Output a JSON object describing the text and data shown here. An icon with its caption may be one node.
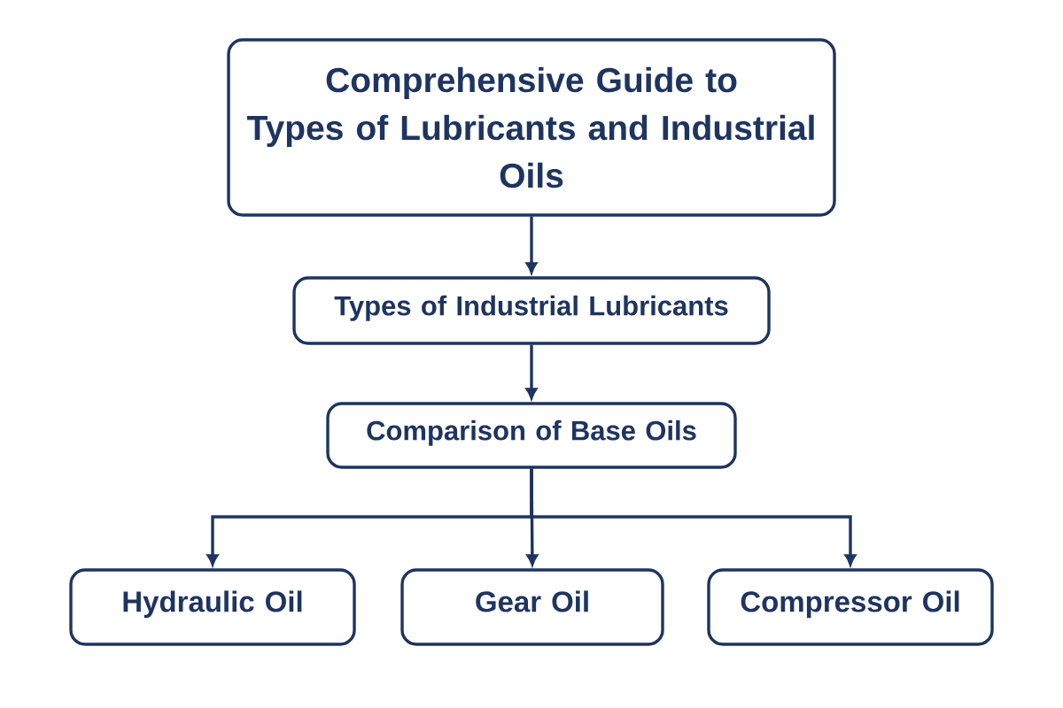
{
  "diagram": {
    "nodes": [
      {
        "text": [
          "Comprehensive Guide to Types of Lubricants and Industrial Oils"
        ]
      },
      {
        "text": [
          "Types of Industrial Lubricants"
        ]
      },
      {
        "text": [
          "Comparison of Base Oils"
        ]
      },
      {
        "text": [
          "Hydraulic Oil"
        ]
      },
      {
        "text": [
          "Gear Oil"
        ]
      },
      {
        "text": [
          "Compressor Oil"
        ]
      }
    ],
    "edges": [
      {
        "from": 0,
        "to": 1,
        "arrow": "to"
      },
      {
        "from": 1,
        "to": 2,
        "arrow": "to"
      },
      {
        "from": 2,
        "to": 3,
        "arrow": "to"
      },
      {
        "from": 2,
        "to": 4,
        "arrow": "to"
      },
      {
        "from": 2,
        "to": 5,
        "arrow": "to"
      }
    ]
  }
}
